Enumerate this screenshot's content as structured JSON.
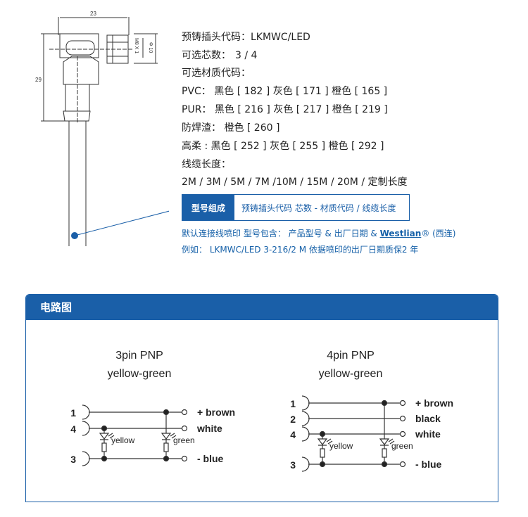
{
  "drawing": {
    "width_dim": "23",
    "height_dim": "29",
    "thread": "M8 X 1",
    "diameter": "Φ 10"
  },
  "specs": {
    "code_label": "预铸插头代码：",
    "code_value": "LKMWC/LED",
    "cores_label": "可选芯数：",
    "cores_value": "3 / 4",
    "material_label": "可选材质代码：",
    "pvc": "PVC： 黑色 [ 182 ]  灰色 [ 171 ]   橙色 [ 165 ]",
    "pur": "PUR： 黑色 [ 216 ]  灰色 [ 217 ]    橙色 [ 219 ]",
    "weld": "防焊渣： 橙色 [ 260 ]",
    "flex": "高柔 : 黑色 [ 252 ]  灰色 [ 255 ]    橙色 [ 292 ]",
    "length_label": "线缆长度：",
    "lengths": "2M /  3M / 5M / 7M  /10M  / 15M / 20M / 定制长度"
  },
  "model": {
    "header": "型号组成",
    "content": "预铸插头代码  芯数  -  材质代码 / 线缆长度"
  },
  "notes": {
    "line1_a": "默认连接线喷印 型号包含：  产品型号 & 出厂日期  & ",
    "brand": "Westlian",
    "line1_b": "® (西连)",
    "line2": "例如：  LKMWC/LED 3-216/2 M    依据喷印的出厂日期质保2 年"
  },
  "circuit": {
    "title": "电路图",
    "left": {
      "title": "3pin  PNP",
      "subtitle": "yellow-green",
      "pins": [
        "1",
        "4",
        "3"
      ],
      "wires": [
        "+  brown",
        "white",
        "-  blue"
      ],
      "leds": [
        "yellow",
        "green"
      ]
    },
    "right": {
      "title": "4pin  PNP",
      "subtitle": "yellow-green",
      "pins": [
        "1",
        "2",
        "4",
        "3"
      ],
      "wires": [
        "+  brown",
        "black",
        "white",
        "-  blue"
      ],
      "leds": [
        "yellow",
        "green"
      ]
    }
  }
}
